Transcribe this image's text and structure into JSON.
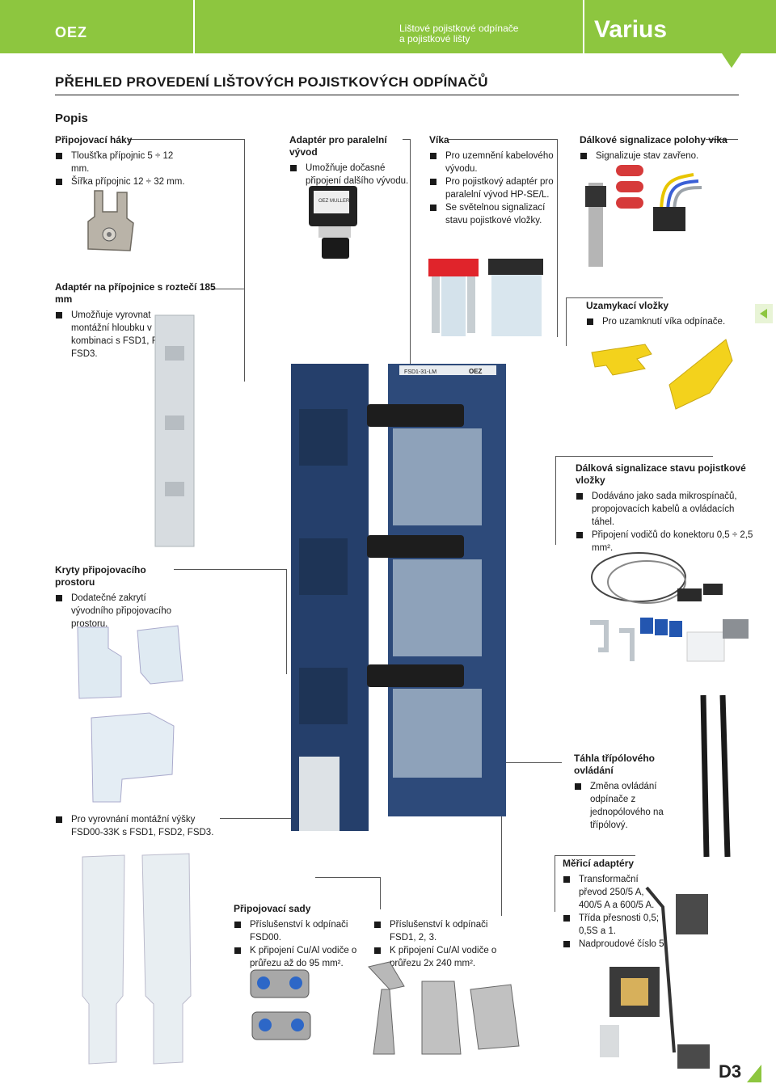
{
  "header": {
    "logo": "OEZ",
    "subtitle_line1": "Lištové pojistkové odpínače",
    "subtitle_line2": "a pojistkové lišty",
    "brand": "Varius",
    "accent": "#8dc63f"
  },
  "title": "PŘEHLED PROVEDENÍ LIŠTOVÝCH POJISTKOVÝCH ODPÍNAČŮ",
  "popis": "Popis",
  "sections": {
    "hooks": {
      "title": "Připojovací háky",
      "items": [
        "Tloušťka přípojnic 5 ÷ 12 mm.",
        "Šířka přípojnic 12 ÷ 32 mm."
      ]
    },
    "adapter_parallel": {
      "title": "Adaptér pro paralelní vývod",
      "items": [
        "Umožňuje dočasné připojení dalšího vývodu."
      ]
    },
    "covers": {
      "title": "Víka",
      "items": [
        "Pro uzemnění kabelového vývodu.",
        "Pro pojistkový adaptér pro paralelní vývod HP-SE/L.",
        "Se světelnou signalizací stavu pojistkové vložky."
      ]
    },
    "remote_lid": {
      "title": "Dálkové signalizace polohy víka",
      "items": [
        "Signalizuje stav zavřeno."
      ]
    },
    "adapter_185": {
      "title": "Adaptér na přípojnice s roztečí 185 mm",
      "items": [
        "Umožňuje vyrovnat montážní hloubku v kombinaci s FSD1, FSD2, FSD3."
      ]
    },
    "locking": {
      "title": "Uzamykací vložky",
      "items": [
        "Pro uzamknutí víka odpínače."
      ]
    },
    "remote_fuse": {
      "title": "Dálková signalizace stavu pojistkové vložky",
      "items": [
        "Dodáváno jako sada mikrospínačů, propojovacích kabelů a ovládacích táhel.",
        "Připojení vodičů do konektoru 0,5 ÷ 2,5 mm²."
      ]
    },
    "conn_covers": {
      "title": "Kryty připojovacího prostoru",
      "items": [
        "Dodatečné zakrytí vývodního připojovacího prostoru."
      ]
    },
    "three_pole": {
      "title": "Táhla třípólového ovládání",
      "items": [
        "Změna ovládání odpínače z jednopólového na třípólový."
      ]
    },
    "height_align": {
      "items": [
        "Pro vyrovnání montážní výšky FSD00-33K s FSD1, FSD2, FSD3."
      ]
    },
    "meas": {
      "title": "Měřicí adaptéry",
      "items": [
        "Transformační převod 250/5 A, 400/5 A a 600/5 A.",
        "Třída přesnosti 0,5; 0,5S a 1.",
        "Nadproudové číslo 5."
      ]
    },
    "conn_sets": {
      "title": "Připojovací sady",
      "items_a": [
        "Příslušenství k odpínači FSD00.",
        "K připojení Cu/Al vodiče o průřezu až do 95 mm²."
      ],
      "items_b": [
        "Příslušenství k odpínači FSD1, 2, 3.",
        "K připojení Cu/Al vodiče o průřezu 2x 240 mm²."
      ]
    }
  },
  "device_labels": {
    "main_label": "FSD1-31-LM",
    "brand_on_device": "OEZ",
    "adapter_label": "OEZ MULLER"
  },
  "page_number": "D3"
}
